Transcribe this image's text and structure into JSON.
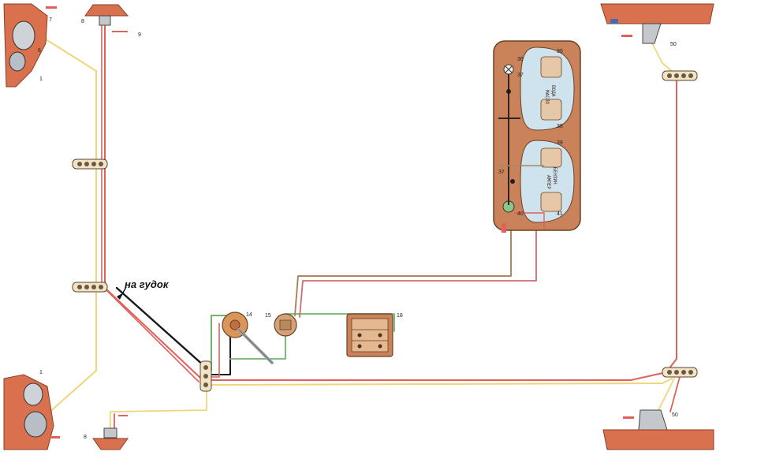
{
  "horn_label": "на гудок",
  "callouts": {
    "c1_top": "1",
    "c1_bottom": "1",
    "c6": "6",
    "c7": "7",
    "c8_top": "8",
    "c8_bottom": "8",
    "c9": "9",
    "c14": "14",
    "c15": "15",
    "c18": "18",
    "c35": "35",
    "c36": "36",
    "c37_top": "37",
    "c37_bottom": "37",
    "c38": "38",
    "c39": "39",
    "c40": "40",
    "c41": "41",
    "c50_top": "50",
    "c50_bottom": "50"
  },
  "gauge_labels": {
    "water": "ВОДА",
    "oil": "МАСЛО",
    "fuel": "БЕНЗИН",
    "amps": "АМПЕР"
  },
  "colors": {
    "wire_red": "#e0605a",
    "wire_yellow": "#f0d67a",
    "wire_black": "#1a1a1a",
    "wire_green": "#6fb56a",
    "wire_brown": "#a88a62",
    "panel": "#c9825a",
    "lamp_housing": "#d9714f"
  }
}
